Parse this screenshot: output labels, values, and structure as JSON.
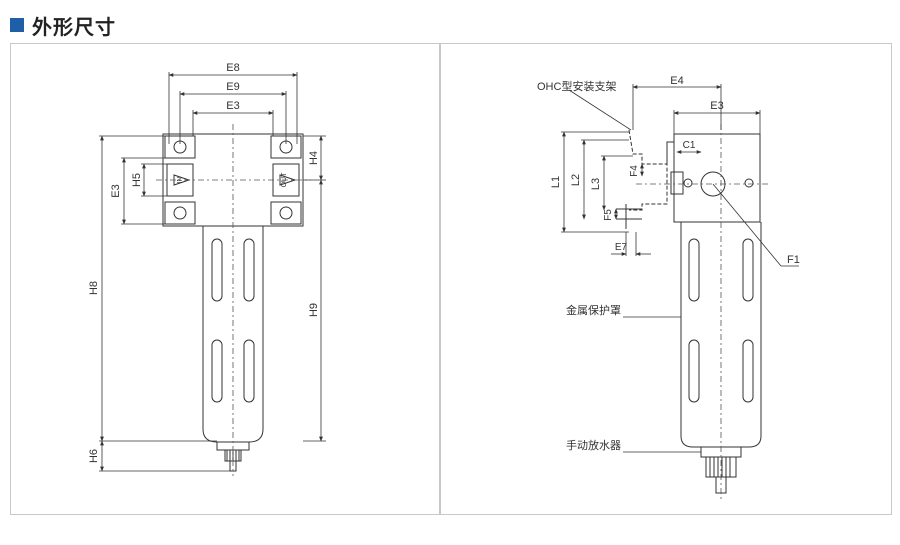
{
  "header": {
    "title": "外形尺寸",
    "accent": "#1f5fa8"
  },
  "left_view": {
    "dims": {
      "e8": "E8",
      "e9": "E9",
      "e3": "E3",
      "e3_side": "E3",
      "h5": "H5",
      "h4": "H4",
      "h8": "H8",
      "h9": "H9",
      "h6": "H6"
    },
    "ports": {
      "in": "IN",
      "out": "OUT"
    }
  },
  "right_view": {
    "labels": {
      "bracket": "OHC型安装支架",
      "f1": "F1",
      "guard": "金属保护罩",
      "drain": "手动放水器"
    },
    "dims": {
      "e4": "E4",
      "e3": "E3",
      "c1": "C1",
      "f4": "F4",
      "l1": "L1",
      "l2": "L2",
      "l3": "L3",
      "f5": "F5",
      "e7": "E7"
    }
  }
}
